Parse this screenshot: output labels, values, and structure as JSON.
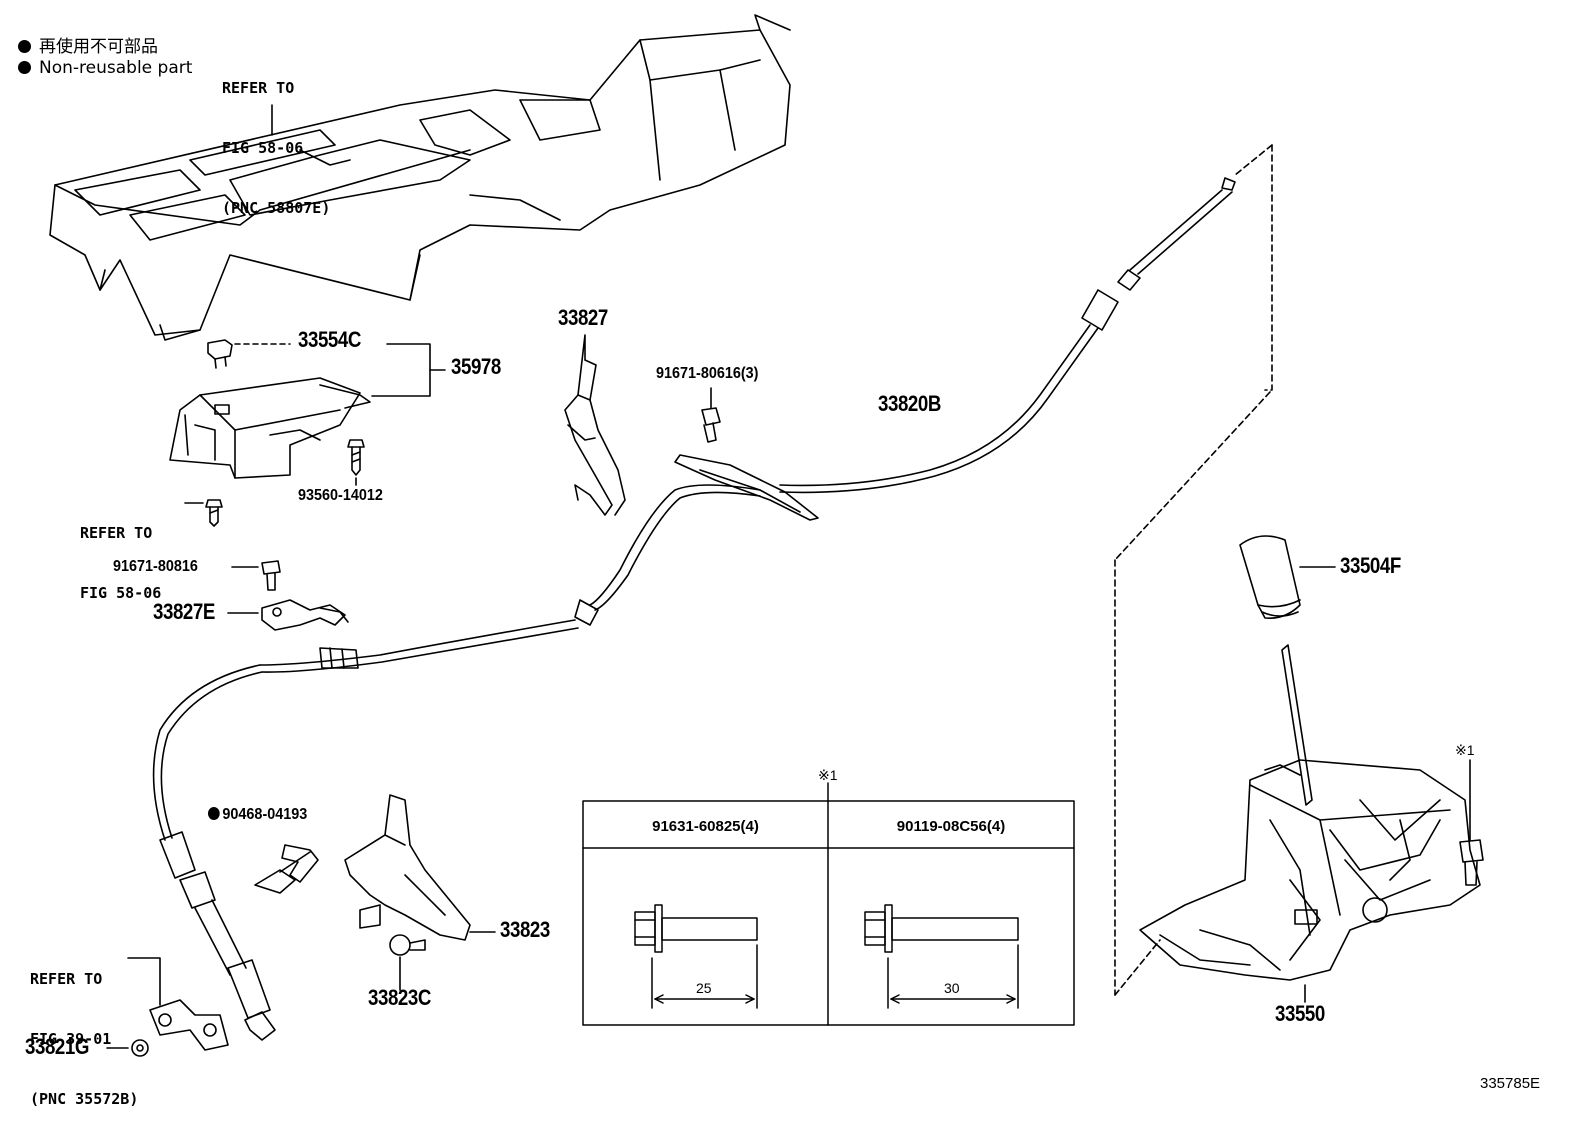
{
  "legend": {
    "line1": "再使用不可部品",
    "line2": "Non-reusable part"
  },
  "refs": {
    "r1": [
      "REFER TO",
      "FIG 58-06",
      "(PNC 58807E)"
    ],
    "r2": [
      "REFER TO",
      "FIG 58-06"
    ],
    "r3": [
      "REFER TO",
      "FIG 39-01",
      "(PNC 35572B)"
    ]
  },
  "parts": {
    "p33554C": "33554C",
    "p35978": "35978",
    "p93560": "93560-14012",
    "p33827": "33827",
    "p91671_806": "91671-80616(3)",
    "p33820B": "33820B",
    "p91671_808": "91671-80816",
    "p33827E": "33827E",
    "p90468": "90468-04193",
    "p33823": "33823",
    "p33823C": "33823C",
    "p33821G": "33821G",
    "p33504F": "33504F",
    "p33550": "33550"
  },
  "note_mark": "※1",
  "table": {
    "col1_header": "91631-60825(4)",
    "col2_header": "90119-08C56(4)",
    "col1_dim": "25",
    "col2_dim": "30"
  },
  "figure_id": "335785E"
}
